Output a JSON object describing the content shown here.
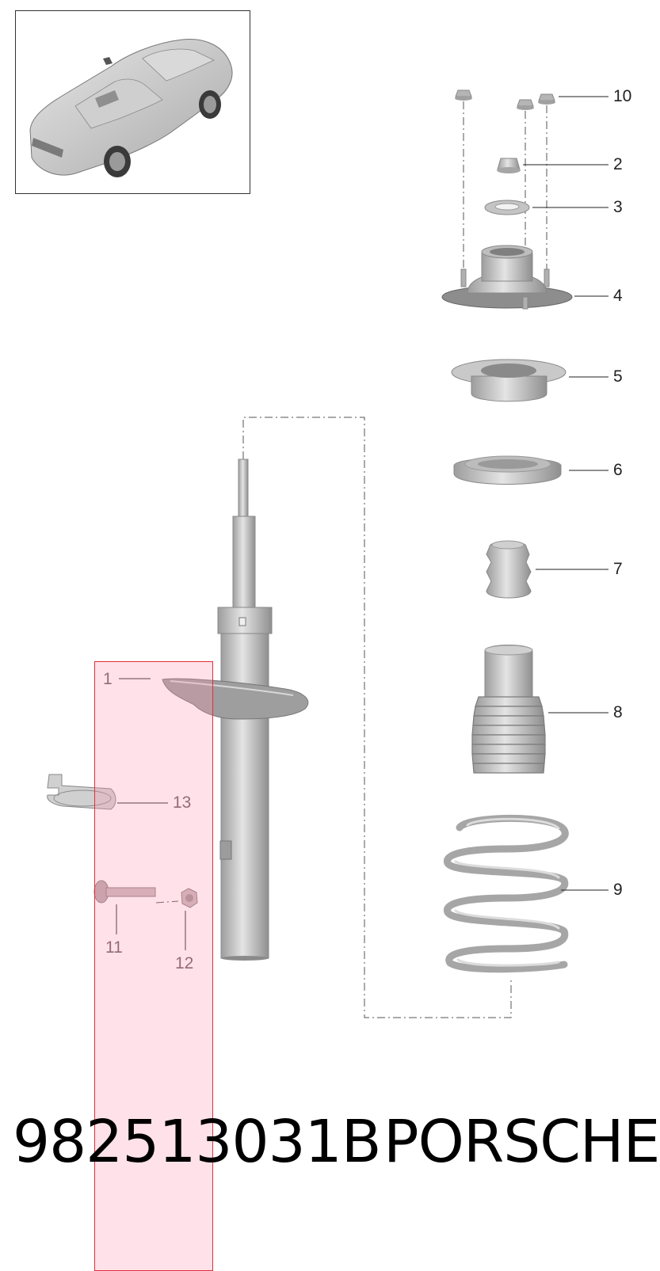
{
  "diagram": {
    "callouts": [
      {
        "id": "1",
        "label": "1"
      },
      {
        "id": "2",
        "label": "2"
      },
      {
        "id": "3",
        "label": "3"
      },
      {
        "id": "4",
        "label": "4"
      },
      {
        "id": "5",
        "label": "5"
      },
      {
        "id": "6",
        "label": "6"
      },
      {
        "id": "7",
        "label": "7"
      },
      {
        "id": "8",
        "label": "8"
      },
      {
        "id": "9",
        "label": "9"
      },
      {
        "id": "10",
        "label": "10"
      },
      {
        "id": "11",
        "label": "11"
      },
      {
        "id": "12",
        "label": "12"
      },
      {
        "id": "13",
        "label": "13"
      }
    ],
    "highlight_color": "#e0303a"
  },
  "footer": {
    "part_number": "982513031B",
    "brand": "PORSCHE"
  }
}
